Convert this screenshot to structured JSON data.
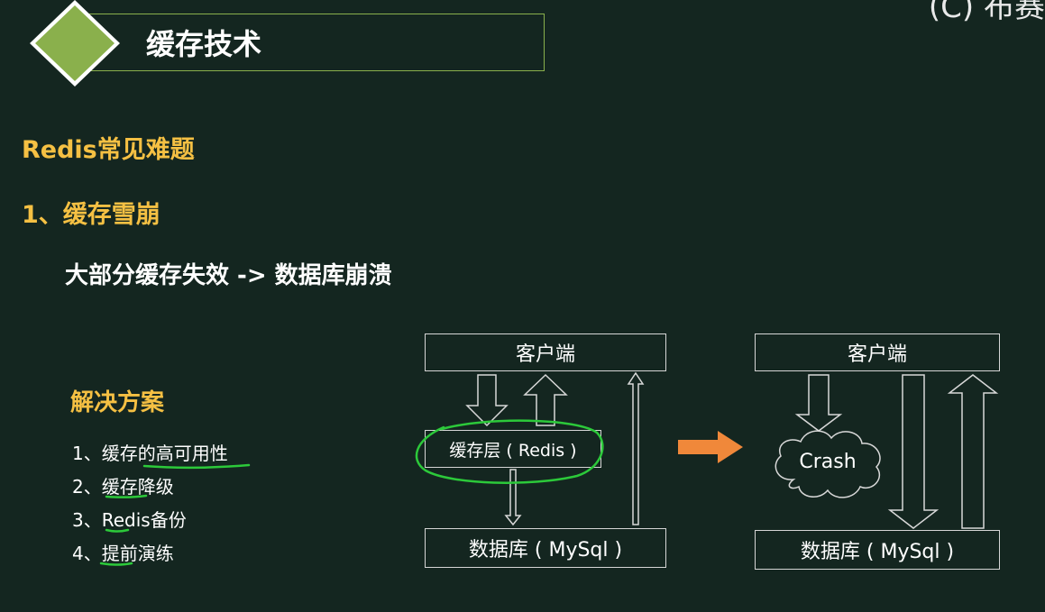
{
  "slide": {
    "title": "缓存技术",
    "corner_text": "(C) 布赛",
    "subtitle": "Redis常见难题",
    "section_heading": "1、缓存雪崩",
    "statement": "大部分缓存失效 -> 数据库崩溃",
    "solutions_heading": "解决方案",
    "solutions": [
      "1、缓存的高可用性",
      "2、缓存降级",
      "3、Redis备份",
      "4、提前演练"
    ]
  },
  "diagram_left": {
    "client_label": "客户端",
    "cache_label": "缓存层 ( Redis )",
    "db_label": "数据库 ( MySql )"
  },
  "diagram_right": {
    "client_label": "客户端",
    "crash_label": "Crash",
    "db_label": "数据库 ( MySql )"
  },
  "colors": {
    "background": "#142620",
    "accent_green": "#8ab04c",
    "heading_yellow": "#f5c043",
    "arrow_orange": "#f0883a",
    "annotation_green": "#2cc93a"
  }
}
